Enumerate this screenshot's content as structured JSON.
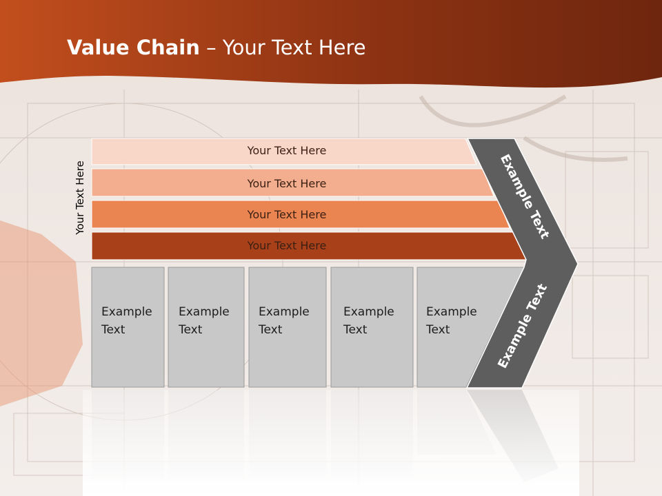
{
  "title": {
    "bold": "Value Chain",
    "rest": " – Your Text Here"
  },
  "side_label": "Your Text Here",
  "bars": [
    {
      "label": "Your Text Here",
      "color": "#f8d6c8"
    },
    {
      "label": "Your Text Here",
      "color": "#f2ae8e"
    },
    {
      "label": "Your Text Here",
      "color": "#ea8552"
    },
    {
      "label": "Your Text Here",
      "color": "#a8401a"
    }
  ],
  "boxes": [
    {
      "line1": "Example",
      "line2": "Text"
    },
    {
      "line1": "Example",
      "line2": "Text"
    },
    {
      "line1": "Example",
      "line2": "Text"
    },
    {
      "line1": "Example",
      "line2": "Text"
    },
    {
      "line1": "Example",
      "line2": "Text"
    }
  ],
  "chevron_upper": "Example Text",
  "chevron_lower": "Example Text",
  "colors": {
    "header": "#9c3412",
    "box": "#c8c8c8",
    "chevron": "#5e5e5e"
  }
}
